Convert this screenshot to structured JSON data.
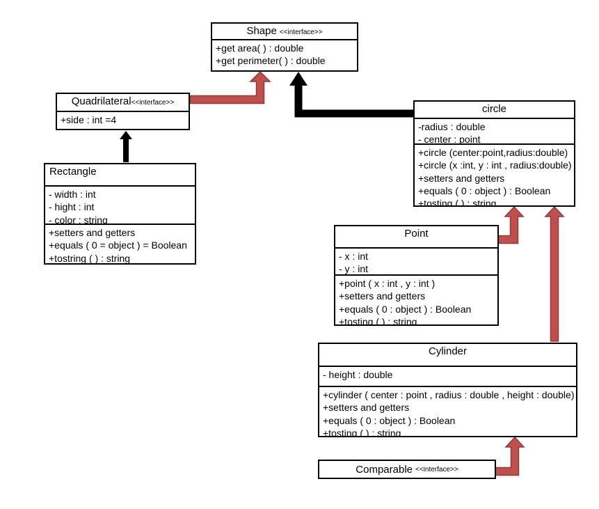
{
  "colors": {
    "background": "#ffffff",
    "box_border": "#000000",
    "text": "#000000",
    "arrow_red_fill": "#c0504d",
    "arrow_red_edge": "#953735",
    "arrow_black": "#000000"
  },
  "boxes": {
    "shape": {
      "title": "Shape",
      "stereotype": "<<interface>>",
      "methods": [
        "+get area( ) : double",
        "+get perimeter( ) : double"
      ]
    },
    "quadrilateral": {
      "title": "Quadrilateral",
      "stereotype": "<<interface>>",
      "attributes": [
        "+side : int =4"
      ]
    },
    "rectangle": {
      "title": "Rectangle",
      "attributes": [
        "- width : int",
        "- hight : int",
        "- color : string"
      ],
      "methods": [
        "+setters and getters",
        "+equals ( 0 = object ) = Boolean",
        "+tostring ( ) : string"
      ]
    },
    "circle": {
      "title": "circle",
      "attributes": [
        "-radius : double",
        "- center : point"
      ],
      "methods": [
        "+circle (center:point,radius:double)",
        "+circle (x :int, y : int , radius:double)",
        "+setters and getters",
        "+equals ( 0 : object ) : Boolean",
        "+tosting ( ) : string"
      ]
    },
    "point": {
      "title": "Point",
      "attributes": [
        "- x : int",
        "- y : int"
      ],
      "methods": [
        "+point ( x : int , y : int )",
        "+setters and getters",
        "+equals ( 0 : object ) : Boolean",
        "+tosting ( ) : string"
      ]
    },
    "cylinder": {
      "title": "Cylinder",
      "attributes": [
        "- height : double"
      ],
      "methods": [
        "+cylinder ( center : point , radius : double , height : double)",
        "+setters and getters",
        "+equals ( 0 : object ) : Boolean",
        "+tosting ( ) : string"
      ]
    },
    "comparable": {
      "title": "Comparable",
      "stereotype": "<<interface>>"
    }
  },
  "relations": [
    {
      "from": "quadrilateral",
      "to": "shape",
      "style": "red"
    },
    {
      "from": "circle",
      "to": "shape",
      "style": "black"
    },
    {
      "from": "rectangle",
      "to": "quadrilateral",
      "style": "black"
    },
    {
      "from": "point",
      "to": "circle",
      "style": "red"
    },
    {
      "from": "cylinder",
      "to": "circle",
      "style": "red"
    },
    {
      "from": "comparable",
      "to": "cylinder",
      "style": "red"
    }
  ]
}
